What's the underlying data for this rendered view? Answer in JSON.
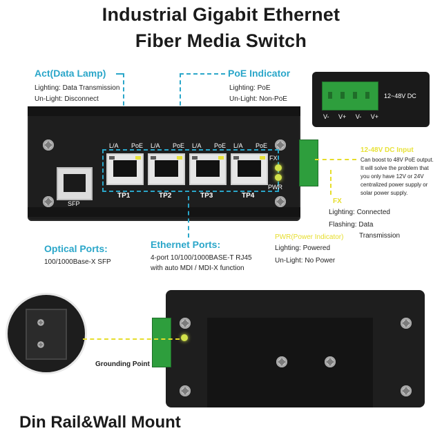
{
  "title_line1": "Industrial Gigabit Ethernet",
  "title_line2": "Fiber Media Switch",
  "act": {
    "heading": "Act(Data Lamp)",
    "line1": "Lighting: Data Transmission",
    "line2": "Un-Light: Disconnect"
  },
  "poe": {
    "heading": "PoE Indicator",
    "line1": "Lighting: PoE",
    "line2": "Un-Light: Non-PoE"
  },
  "terminal": {
    "pins": [
      "V-",
      "V+",
      "V-",
      "V+"
    ],
    "range": "12~48V DC"
  },
  "dc_input": {
    "heading": "12-48V DC Input",
    "line1": "Can boost to 48V PoE output.",
    "line2": "It will solve the problem that",
    "line3": "you only have 12V or 24V",
    "line4": "centralized power supply or",
    "line5": "solar power supply."
  },
  "fx": {
    "heading": "FX",
    "line1": "Lighting: Connected",
    "line2": "Flashing: Data",
    "line3": "Transmission"
  },
  "pwr": {
    "heading": "PWR(Power Indicator)",
    "line1": "Lighting: Powered",
    "line2": "Un-Light: No Power"
  },
  "optical": {
    "heading": "Optical Ports:",
    "line1": "100/1000Base-X SFP"
  },
  "ethernet": {
    "heading": "Ethernet Ports:",
    "line1": "4-port 10/100/1000BASE-T RJ45",
    "line2": "with auto MDI / MDI-X function"
  },
  "device_labels": {
    "la": "L/A",
    "poe": "PoE",
    "sfp": "SFP",
    "fx": "FX",
    "pwr": "PWR",
    "ports": [
      "TP1",
      "TP2",
      "TP3",
      "TP4"
    ]
  },
  "grounding": "Grounding Point",
  "bottom": "Din Rail&Wall Mount",
  "colors": {
    "accent_blue": "#2aa6c9",
    "accent_yellow": "#e6dd2a",
    "terminal_green": "#2e9e3d"
  }
}
